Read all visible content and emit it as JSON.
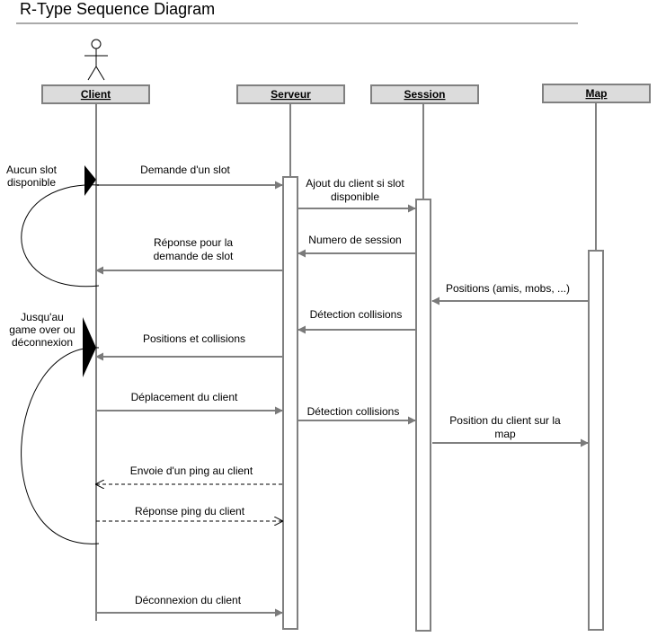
{
  "title": "R-Type Sequence Diagram",
  "participants": [
    {
      "id": "client",
      "name": "Client"
    },
    {
      "id": "serveur",
      "name": "Serveur"
    },
    {
      "id": "session",
      "name": "Session"
    },
    {
      "id": "map",
      "name": "Map"
    }
  ],
  "messages": [
    {
      "id": "m1",
      "from": "client",
      "to": "serveur",
      "style": "sync",
      "lines": [
        "Demande d'un slot"
      ]
    },
    {
      "id": "m2",
      "from": "serveur",
      "to": "session",
      "style": "sync",
      "lines": [
        "Ajout du client si slot",
        "disponible"
      ]
    },
    {
      "id": "m3",
      "from": "session",
      "to": "serveur",
      "style": "sync",
      "lines": [
        "Numero de session"
      ]
    },
    {
      "id": "m4",
      "from": "serveur",
      "to": "client",
      "style": "sync",
      "lines": [
        "Réponse pour la",
        "demande de slot"
      ]
    },
    {
      "id": "m5",
      "from": "map",
      "to": "session",
      "style": "sync",
      "lines": [
        "Positions (amis, mobs, ...)"
      ]
    },
    {
      "id": "m6",
      "from": "session",
      "to": "serveur",
      "style": "sync",
      "lines": [
        "Détection collisions"
      ]
    },
    {
      "id": "m7",
      "from": "serveur",
      "to": "client",
      "style": "sync",
      "lines": [
        "Positions et collisions"
      ]
    },
    {
      "id": "m8",
      "from": "client",
      "to": "serveur",
      "style": "sync",
      "lines": [
        "Déplacement du client"
      ]
    },
    {
      "id": "m9",
      "from": "serveur",
      "to": "session",
      "style": "sync",
      "lines": [
        "Détection collisions"
      ]
    },
    {
      "id": "m10",
      "from": "session",
      "to": "map",
      "style": "sync",
      "lines": [
        "Position du client sur la",
        "map"
      ]
    },
    {
      "id": "m11",
      "from": "serveur",
      "to": "client",
      "style": "async",
      "lines": [
        "Envoie d'un ping au client"
      ]
    },
    {
      "id": "m12",
      "from": "client",
      "to": "serveur",
      "style": "async",
      "lines": [
        "Réponse ping du client"
      ]
    },
    {
      "id": "m13",
      "from": "client",
      "to": "serveur",
      "style": "sync",
      "lines": [
        "Déconnexion du client"
      ]
    }
  ],
  "loops": [
    {
      "id": "loop1",
      "lines": [
        "Aucun slot",
        "disponible"
      ]
    },
    {
      "id": "loop2",
      "lines": [
        "Jusqu'au",
        "game over ou",
        "déconnexion"
      ]
    }
  ],
  "colors": {
    "line": "#808080",
    "header_fill": "#dcdcdc",
    "header_stroke": "#808080",
    "text": "#000000"
  }
}
